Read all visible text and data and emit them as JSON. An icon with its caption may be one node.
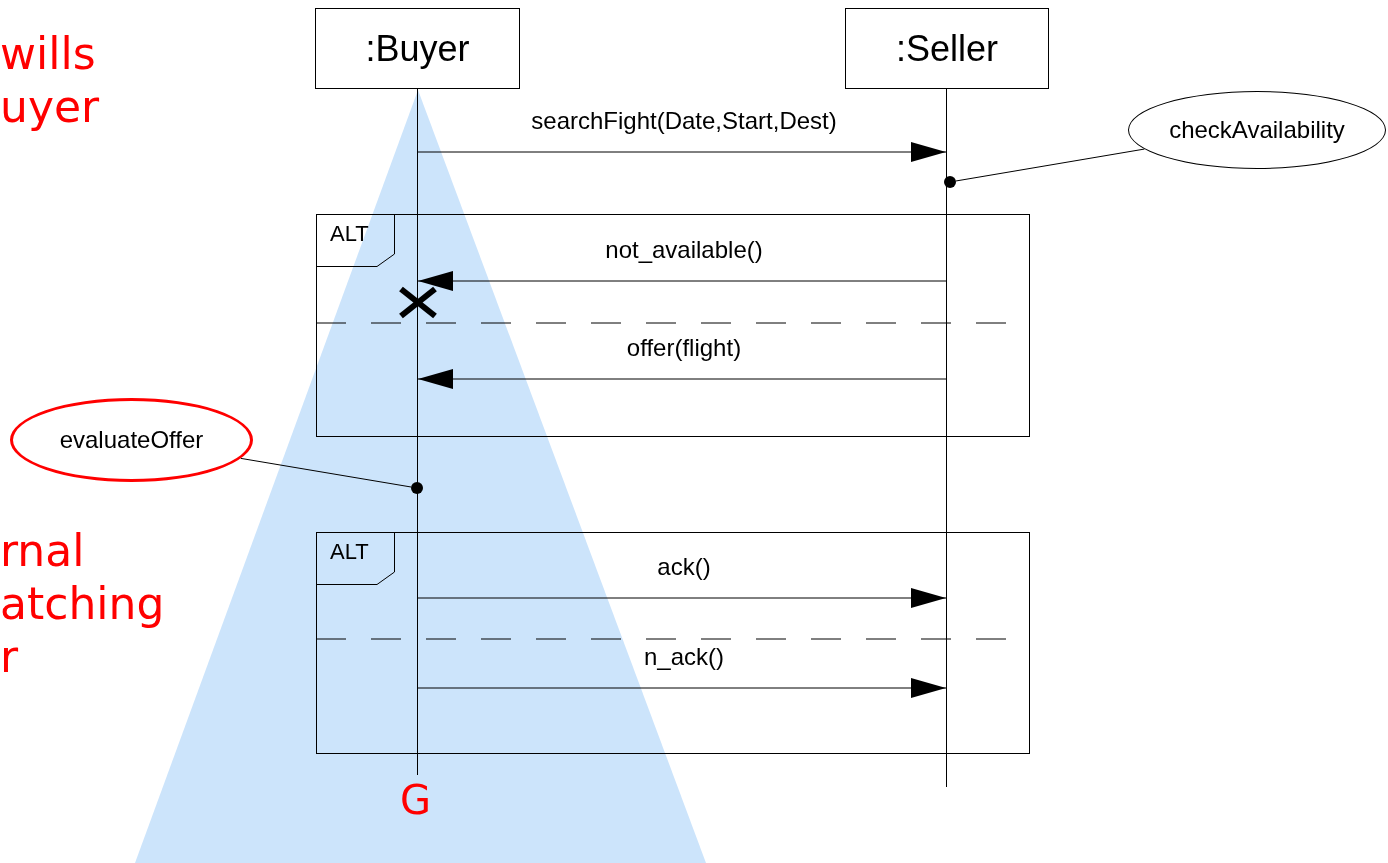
{
  "diagram": {
    "nodes": [
      {
        "text": [
          ":Buyer"
        ]
      },
      {
        "text": [
          ":Seller"
        ]
      },
      {
        "text": [],
        "shape": "bar",
        "beside": [
          "G"
        ]
      },
      {
        "text": [],
        "shape": "bar"
      },
      {
        "text": [
          "checkAvailability"
        ]
      },
      {
        "text": [],
        "shape": "circle"
      },
      {
        "text": [
          "evaluateOffer"
        ]
      },
      {
        "text": [],
        "shape": "circle"
      }
    ],
    "edges": [
      {
        "from": 2,
        "to": 3,
        "arrow": "to",
        "label": "searchFight(Date,Start,Dest)"
      },
      {
        "from": 4,
        "to": 5,
        "arrow": "none"
      },
      {
        "from": 3,
        "to": 2,
        "arrow": "to",
        "label": "not_available()"
      },
      {
        "from": 3,
        "to": 2,
        "arrow": "to",
        "label": "offer(flight)"
      },
      {
        "from": 6,
        "to": 7,
        "arrow": "none"
      },
      {
        "from": 2,
        "to": 3,
        "arrow": "to",
        "label": "ack()"
      },
      {
        "from": 2,
        "to": 3,
        "arrow": "to",
        "label": "n_ack()"
      }
    ],
    "labels": [
      "wills uyer",
      "ALT",
      "ALT",
      "rnal atching r"
    ]
  }
}
